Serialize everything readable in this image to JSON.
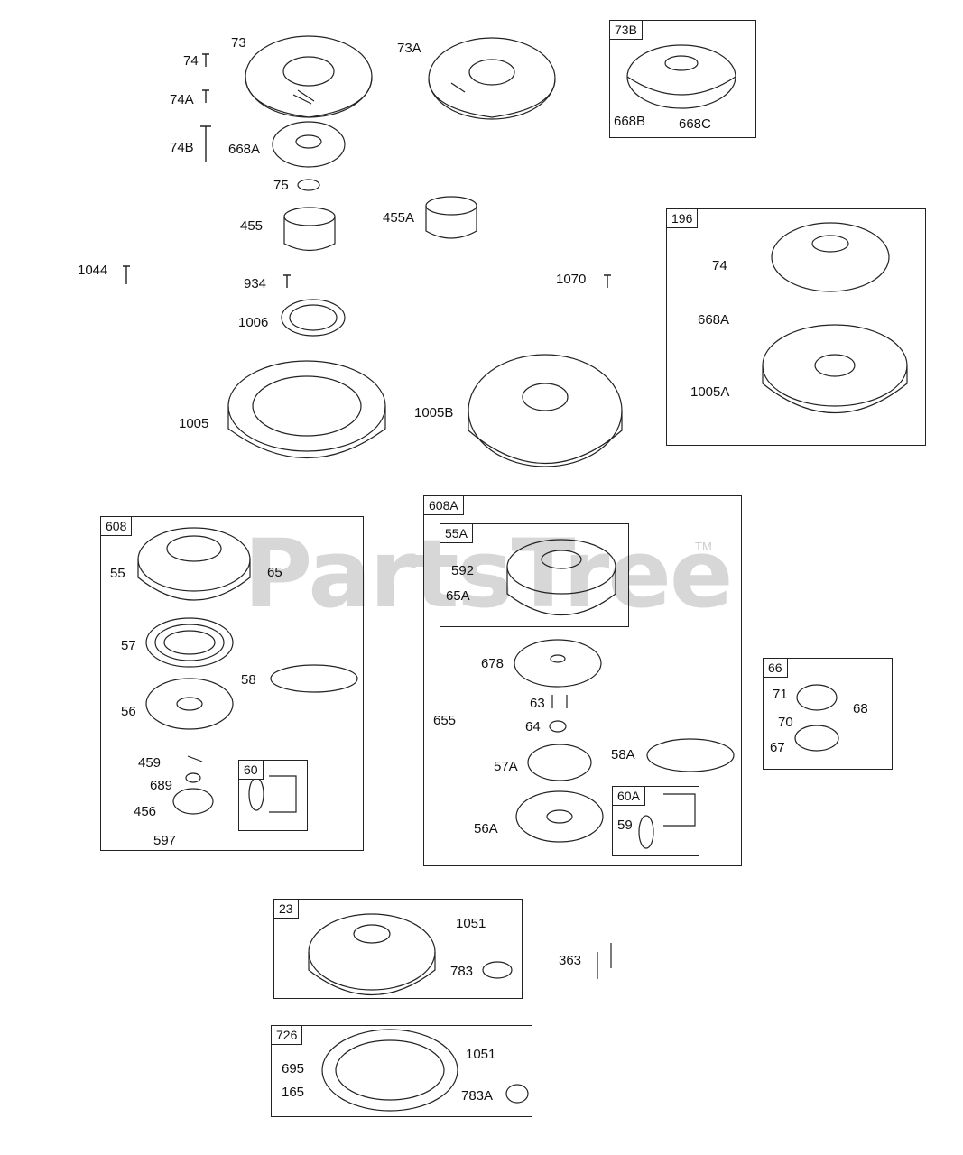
{
  "watermark": {
    "text": "PartsTree",
    "trademark": "TM"
  },
  "labels": {
    "l74": "74",
    "l73": "73",
    "l73A": "73A",
    "l74A": "74A",
    "l74B": "74B",
    "l668A": "668A",
    "l75": "75",
    "l455": "455",
    "l455A": "455A",
    "l1044": "1044",
    "l934": "934",
    "l1070": "1070",
    "l1006": "1006",
    "l1005": "1005",
    "l1005B": "1005B",
    "b73B": "73B",
    "l668B": "668B",
    "l668C": "668C",
    "b196": "196",
    "l74b196": "74",
    "l668Ab196": "668A",
    "l1005A": "1005A",
    "b608": "608",
    "l55": "55",
    "l65": "65",
    "l57": "57",
    "l58": "58",
    "l56": "56",
    "l459": "459",
    "l689": "689",
    "l456": "456",
    "l597": "597",
    "b60": "60",
    "b608A": "608A",
    "b55A": "55A",
    "l592": "592",
    "l65A": "65A",
    "l678": "678",
    "l63": "63",
    "l655": "655",
    "l64": "64",
    "l57A": "57A",
    "l58A": "58A",
    "l56A": "56A",
    "b60A": "60A",
    "l59": "59",
    "b66": "66",
    "l71": "71",
    "l70": "70",
    "l68": "68",
    "l67": "67",
    "b23": "23",
    "l1051": "1051",
    "l783": "783",
    "l363": "363",
    "b726": "726",
    "l695": "695",
    "l165": "165",
    "l1051b": "1051",
    "l783A": "783A"
  }
}
